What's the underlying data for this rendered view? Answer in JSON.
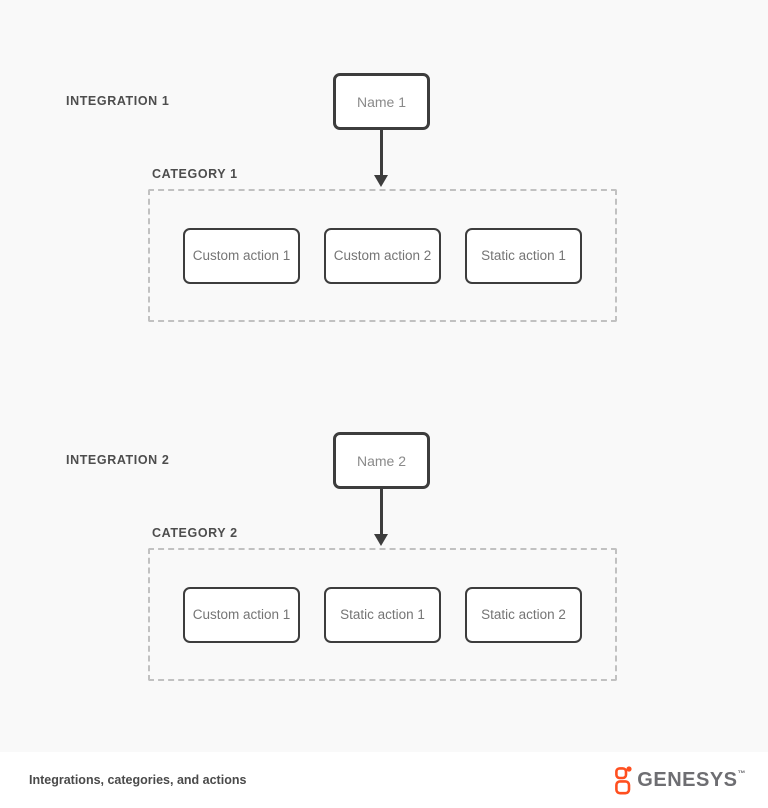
{
  "colors": {
    "page_background": "#f9f9f9",
    "footer_background": "#ffffff",
    "box_border": "#3d3d3d",
    "box_fill": "#ffffff",
    "box_text": "#757575",
    "name_text": "#8a8a8a",
    "label_text": "#4d4d4d",
    "dashed_border": "#c1c1c1",
    "arrow": "#3d3d3d",
    "logo_orange": "#ff4f1f",
    "logo_gray": "#6e6e72"
  },
  "sections": [
    {
      "label": "INTEGRATION 1",
      "integration_name": "Name 1",
      "category": {
        "label": "CATEGORY 1",
        "actions": [
          "Custom action 1",
          "Custom action 2",
          "Static action 1"
        ]
      }
    },
    {
      "label": "INTEGRATION 2",
      "integration_name": "Name 2",
      "category": {
        "label": "CATEGORY 2",
        "actions": [
          "Custom action 1",
          "Static action 1",
          "Static action 2"
        ]
      }
    }
  ],
  "footer": {
    "caption": "Integrations, categories, and actions",
    "logo": {
      "icon": "genesys-spark-icon",
      "text": "GENESYS",
      "trademark": "™"
    }
  }
}
